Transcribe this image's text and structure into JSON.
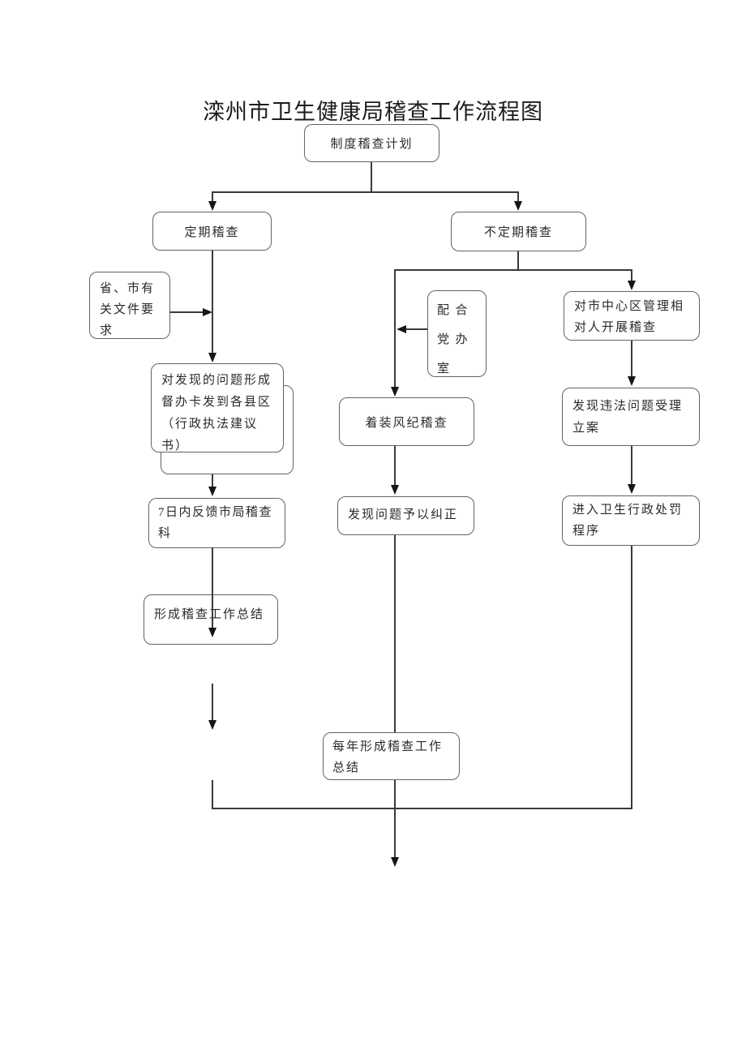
{
  "title": "滦州市卫生健康局稽查工作流程图",
  "diagram": {
    "type": "flowchart",
    "nodes": {
      "plan": {
        "label": "制度稽查计划"
      },
      "regular": {
        "label": "定期稽查"
      },
      "irregular": {
        "label": "不定期稽查"
      },
      "docs": {
        "label": "省、市有\n关文件要\n求"
      },
      "problem": {
        "label": "对发现的问题形成\n督办卡发到各县区\n（行政执法建议\n书）"
      },
      "feedback": {
        "label": "7日内反馈市局稽查\n科"
      },
      "summary": {
        "label": "形成稽查工作总结"
      },
      "coop": {
        "label": "配  合\n党  办\n室"
      },
      "attire": {
        "label": "着装风纪稽查"
      },
      "correct": {
        "label": "发现问题予以纠正"
      },
      "annual": {
        "label": "每年形成稽查工作\n总结"
      },
      "target": {
        "label": "对市中心区管理相\n对人开展稽查"
      },
      "case": {
        "label": "发现违法问题受理\n立案"
      },
      "punish": {
        "label": "进入卫生行政处罚\n程序"
      }
    },
    "edges": [
      "plan -> regular",
      "plan -> irregular",
      "docs -> regular-branch",
      "regular -> problem",
      "problem -> feedback",
      "feedback -> summary",
      "summary -> bottom-merge",
      "irregular -> attire",
      "irregular -> target",
      "coop -> attire-branch",
      "attire -> correct",
      "correct -> annual",
      "annual -> bottom-merge",
      "target -> case",
      "case -> punish",
      "punish -> bottom-merge",
      "bottom-merge -> final-arrow"
    ],
    "line_color": "#3a3a3a",
    "border_color": "#636363",
    "background": "#ffffff"
  }
}
